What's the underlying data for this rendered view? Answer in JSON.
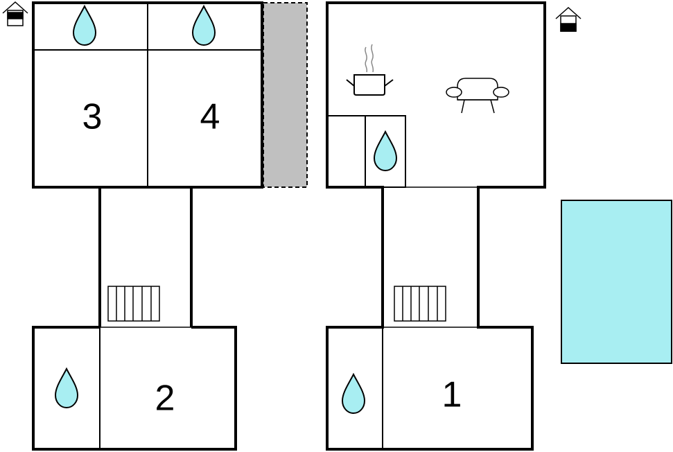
{
  "rooms": [
    {
      "label": "3"
    },
    {
      "label": "4"
    },
    {
      "label": "2"
    },
    {
      "label": "1"
    }
  ],
  "colors": {
    "wall": "#000000",
    "water": "#a8eef2",
    "pool": "#a8eef2",
    "terrace": "#c0c0c0",
    "background": "#ffffff"
  },
  "icons": [
    "house-icon",
    "water-drop-icon",
    "stove-pot-icon",
    "sofa-icon",
    "staircase-icon",
    "pool"
  ]
}
